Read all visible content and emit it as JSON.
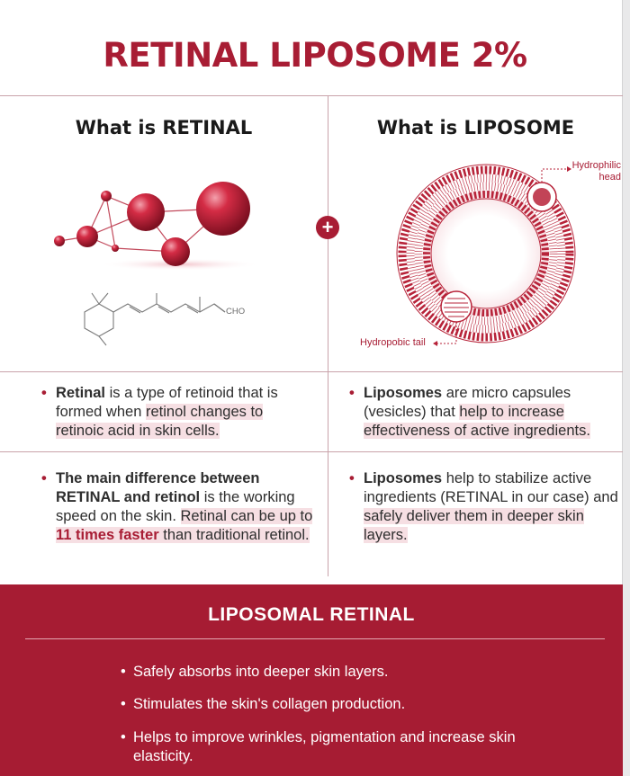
{
  "title": "RETINAL LIPOSOME 2%",
  "left": {
    "heading": "What is RETINAL",
    "molecule_label": "CHO",
    "p1": {
      "bold": "Retinal",
      "t1": " is a type of retinoid that is formed when ",
      "hl": "retinol changes to retinoic acid in skin cells."
    },
    "p2": {
      "bold": "The main difference between RETINAL and retinol",
      "t1": " is the working speed  on the skin. ",
      "hl1": "Retinal can be up to ",
      "red": "11 times faster",
      "hl2": " than traditional retinol."
    }
  },
  "right": {
    "heading": "What is LIPOSOME",
    "label_head_1": "Hydrophilic",
    "label_head_2": "head",
    "label_tail": "Hydropobic tail",
    "p1": {
      "bold": "Liposomes",
      "t1": " are micro capsules (vesicles) that ",
      "hl": "help to increase effectiveness of active ingredients."
    },
    "p2": {
      "bold": "Liposomes",
      "t1": " help to stabilize active ingredients (RETINAL in our case) and ",
      "hl": "safely deliver them in deeper skin layers."
    }
  },
  "plus_sign": "+",
  "footer": {
    "title": "LIPOSOMAL RETINAL",
    "items": [
      "Safely absorbs into deeper skin layers.",
      "Stimulates the skin's collagen production.",
      "Helps to improve wrinkles, pigmentation and increase skin elasticity."
    ]
  },
  "colors": {
    "accent": "#a81d34",
    "highlight": "#f6dfe3"
  },
  "icons": [
    "molecule-illustration",
    "retinal-structure-formula",
    "liposome-illustration",
    "plus-icon"
  ]
}
